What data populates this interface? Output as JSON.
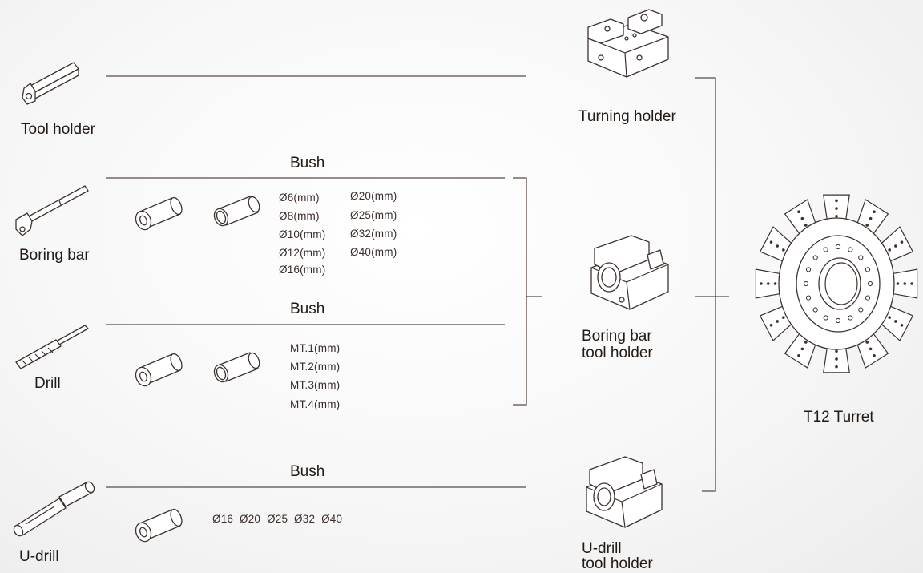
{
  "tools": {
    "tool_holder": "Tool holder",
    "boring_bar": "Boring bar",
    "drill": "Drill",
    "u_drill": "U-drill"
  },
  "bush": {
    "boring_bar": "Bush",
    "drill": "Bush",
    "u_drill": "Bush"
  },
  "sizes": {
    "boring_col1": [
      "Ø6(mm)",
      "Ø8(mm)",
      "Ø10(mm)",
      "Ø12(mm)",
      "Ø16(mm)"
    ],
    "boring_col2": [
      "Ø20(mm)",
      "Ø25(mm)",
      "Ø32(mm)",
      "Ø40(mm)"
    ],
    "drill": [
      "MT.1(mm)",
      "MT.2(mm)",
      "MT.3(mm)",
      "MT.4(mm)"
    ],
    "u_drill": "Ø16  Ø20  Ø25  Ø32  Ø40"
  },
  "holders": {
    "turning": "Turning holder",
    "boring_line1": "Boring bar",
    "boring_line2": "tool holder",
    "udrill_line1": "U-drill",
    "udrill_line2": "tool holder"
  },
  "turret": {
    "label": "T12 Turret"
  },
  "icons": [
    "tool-holder-icon",
    "boring-bar-icon",
    "drill-icon",
    "u-drill-icon",
    "bush-icon",
    "turning-holder-icon",
    "boring-bar-holder-icon",
    "u-drill-holder-icon",
    "turret-icon"
  ]
}
